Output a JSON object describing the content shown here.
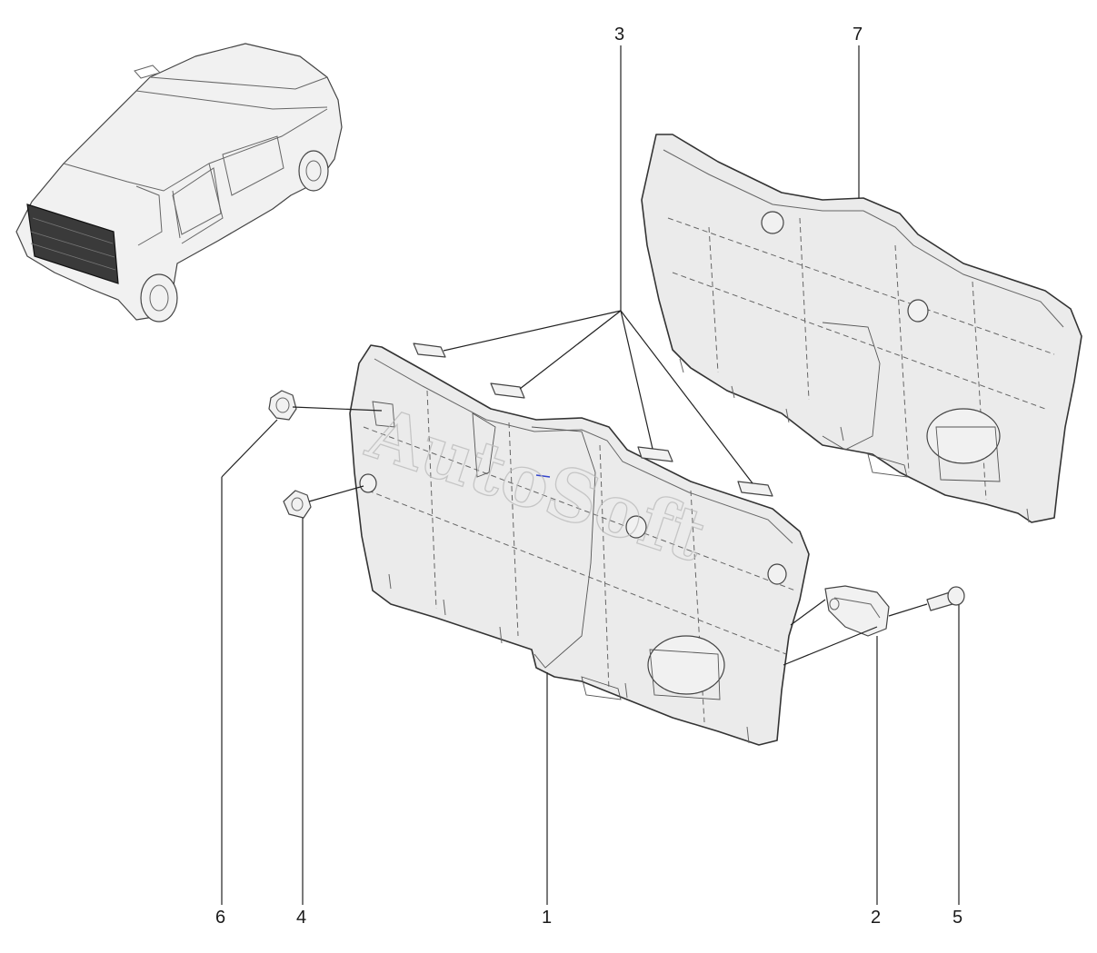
{
  "watermark": "AutoSoft",
  "callouts": {
    "part1": "1",
    "part2": "2",
    "part3": "3",
    "part4": "4",
    "part5": "5",
    "part6": "6",
    "part7": "7"
  }
}
